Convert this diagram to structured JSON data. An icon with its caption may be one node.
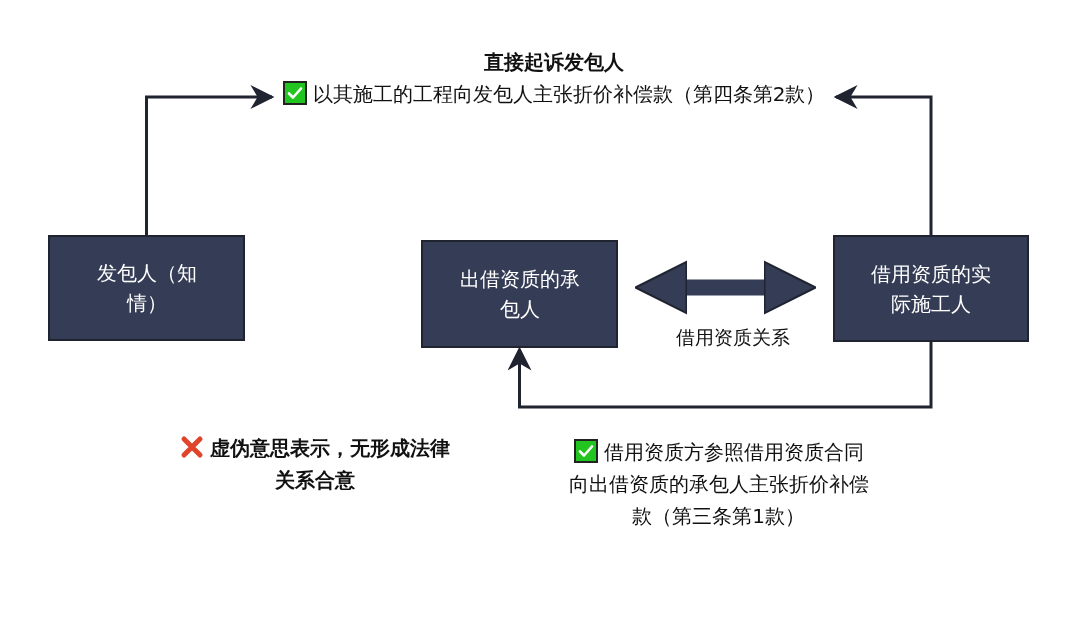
{
  "diagram": {
    "nodes": [
      {
        "text": [
          "发包人（知情）"
        ]
      },
      {
        "text": [
          "出借资质的承包人"
        ]
      },
      {
        "text": [
          "借用资质的实际施工人"
        ]
      },
      {
        "text": [
          "直接起诉发包人",
          "以其施工的工程向发包人主张折价补偿款（第四条第2款）"
        ]
      }
    ],
    "edges": [
      {
        "from": 0,
        "to": 3,
        "arrow": "to"
      },
      {
        "from": 2,
        "to": 3,
        "arrow": "to"
      },
      {
        "from": 1,
        "to": 2,
        "arrow": "both",
        "label": "借用资质关系",
        "style": "thick"
      },
      {
        "from": 2,
        "to": 1,
        "arrow": "to"
      }
    ],
    "labels": [
      "虚伪意思表示，无形成法律关系合意",
      "借用资质方参照借用资质合同向出借资质的承包人主张折价补偿款（第三条第1款）"
    ]
  }
}
